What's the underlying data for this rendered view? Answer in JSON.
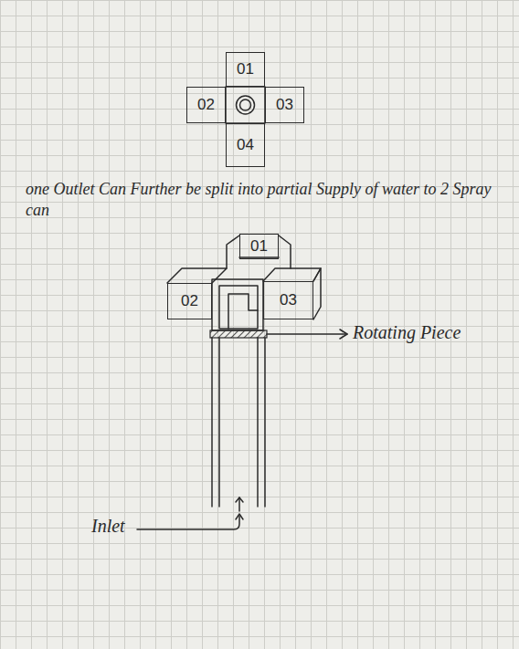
{
  "diagram": {
    "nodes": [
      {
        "text": [
          "01"
        ]
      },
      {
        "text": [
          "02"
        ]
      },
      {
        "text": [
          "03"
        ]
      },
      {
        "text": [
          "04"
        ]
      },
      {
        "text": [
          "01"
        ]
      },
      {
        "text": [
          "02"
        ]
      },
      {
        "text": [
          "03"
        ]
      }
    ],
    "labels": [
      "one Outlet Can Further be split into partial Supply of water to 2 Spray can",
      "Rotating Piece",
      "Inlet"
    ]
  }
}
